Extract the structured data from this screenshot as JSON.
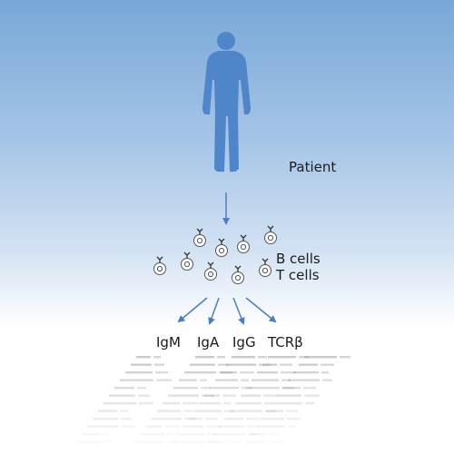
{
  "patient_label": "Patient",
  "cell_labels": {
    "b_cells": "B cells",
    "t_cells": "T cells"
  },
  "isotypes": [
    "IgM",
    "IgA",
    "IgG",
    "TCRβ"
  ],
  "colors": {
    "person": "#4f86c9",
    "arrow": "#4a7fc1",
    "cell_stroke": "#555555",
    "sequence_text": "#9aa0a6"
  },
  "icons": [
    "person-silhouette",
    "lymphocyte-cell-icon",
    "arrow-down"
  ]
}
